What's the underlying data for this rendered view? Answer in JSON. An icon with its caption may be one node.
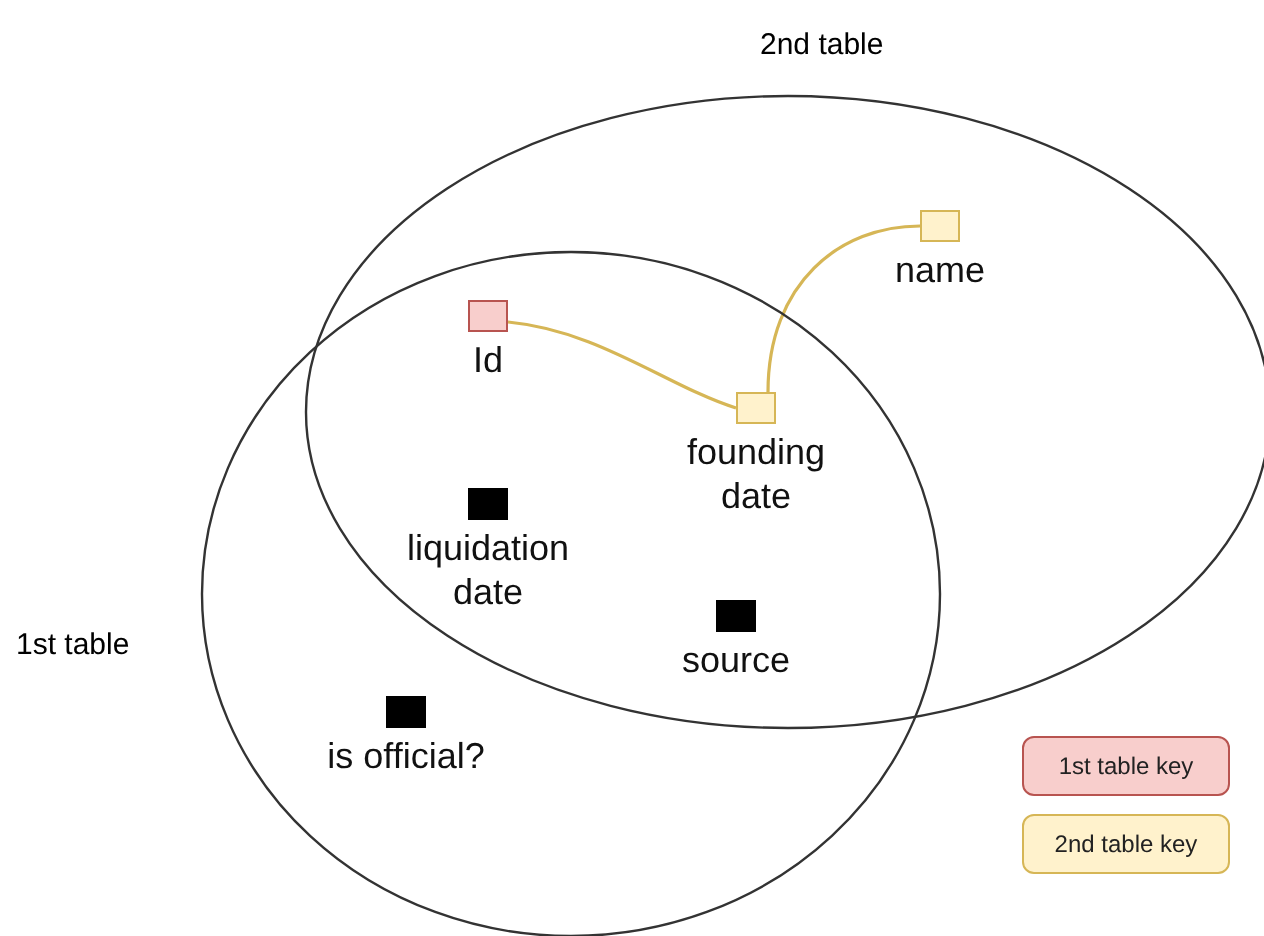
{
  "diagram": {
    "nodes": [
      {
        "text": [
          "2nd table"
        ]
      },
      {
        "text": [
          "1st table"
        ]
      },
      {
        "text": [
          "Id"
        ]
      },
      {
        "text": [
          "name"
        ],
        "in": 0
      },
      {
        "text": [
          "founding date"
        ]
      },
      {
        "text": [
          "liquidation date"
        ]
      },
      {
        "text": [
          "source"
        ]
      },
      {
        "text": [
          "is official?"
        ],
        "in": 1
      }
    ],
    "edges": [
      {
        "from": 2,
        "to": 4,
        "arrow": "none"
      },
      {
        "from": 4,
        "to": 3,
        "arrow": "none"
      }
    ],
    "legend": [
      {
        "text": "1st table key",
        "color": "#f8cecc"
      },
      {
        "text": "2nd table key",
        "color": "#fff2cc"
      }
    ]
  }
}
